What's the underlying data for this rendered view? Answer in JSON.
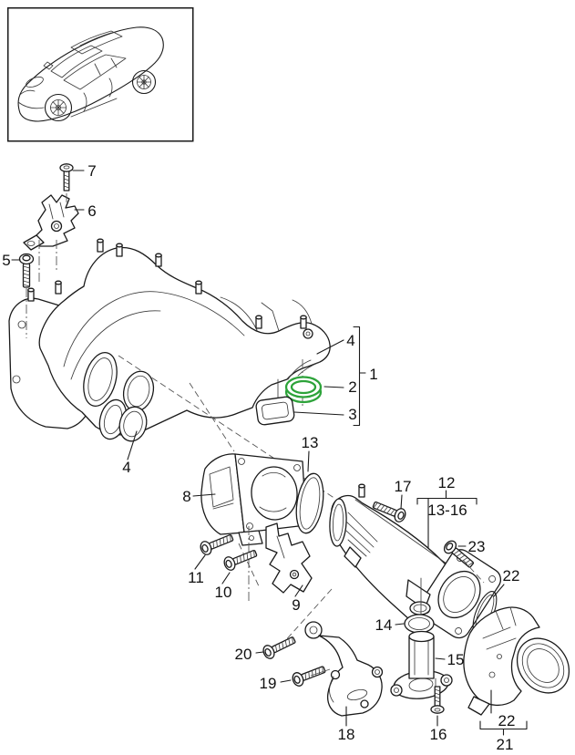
{
  "colors": {
    "line": "#1a1a1a",
    "highlight_green": "#2da33a",
    "background": "#ffffff"
  },
  "icons": {
    "vehicle_thumbnail": "porsche-cayenne-suv"
  },
  "part_labels": {
    "p1": "1",
    "p2": "2",
    "p3": "3",
    "p4": "4",
    "p4b": "4",
    "p5": "5",
    "p6": "6",
    "p7": "7",
    "p8": "8",
    "p9": "9",
    "p10": "10",
    "p11": "11",
    "p12": "12",
    "p13": "13",
    "p13_16": "13-16",
    "p14": "14",
    "p15": "15",
    "p16": "16",
    "p17": "17",
    "p18": "18",
    "p19": "19",
    "p20": "20",
    "p21": "21",
    "p22": "22",
    "p22b": "22",
    "p23": "23"
  }
}
